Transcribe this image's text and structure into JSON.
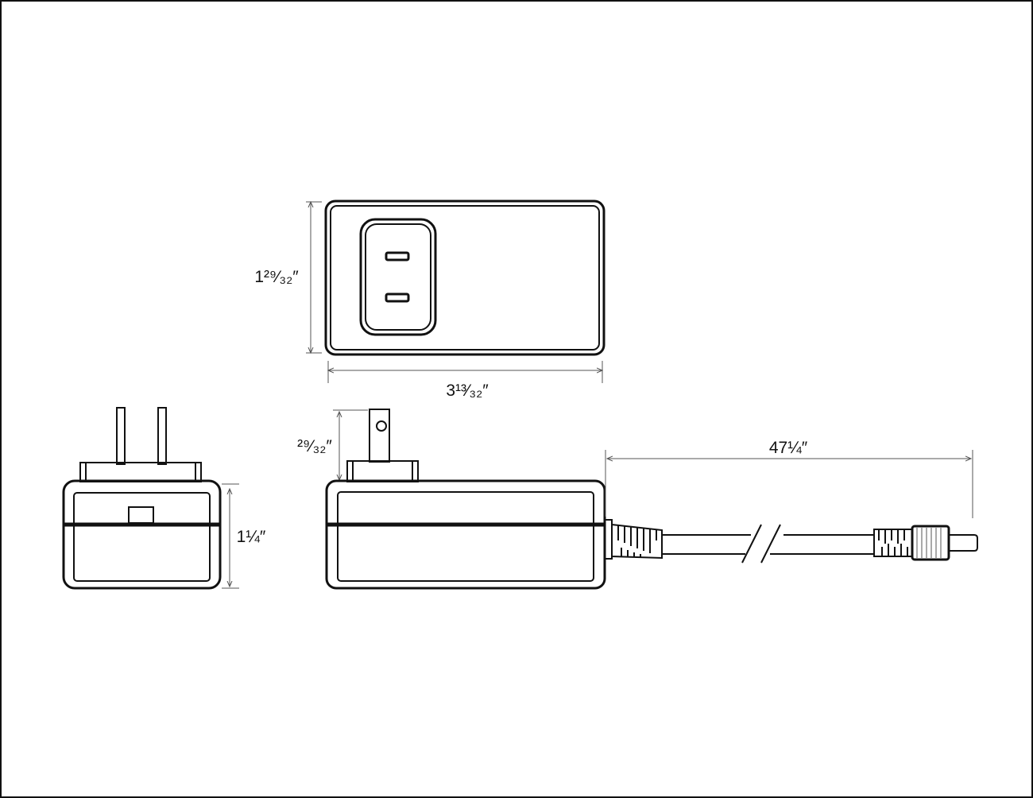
{
  "dimensions": {
    "top_height": "1²⁹⁄₃₂″",
    "top_width": "3¹³⁄₃₂″",
    "prong_height": "²⁹⁄₃₂″",
    "body_height": "1¼″",
    "cord_length": "47¼″"
  },
  "colors": {
    "line": "#111111",
    "dimension_line": "#555555",
    "background": "#ffffff"
  }
}
